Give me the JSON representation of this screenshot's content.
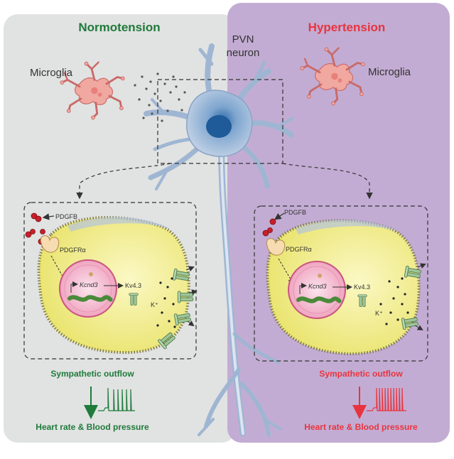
{
  "left_panel": {
    "title": "Normotension",
    "microglia_label": "Microglia",
    "pdgfb_label": "PDGFB",
    "receptor_label": "PDGFRα",
    "gene_label": "Kcnd3",
    "channel_label": "Kv4.3",
    "ion_label": "K⁺",
    "outflow_label": "Sympathetic outflow",
    "outcome_label": "Heart rate & Blood pressure"
  },
  "right_panel": {
    "title": "Hypertension",
    "microglia_label": "Microglia",
    "pdgfb_label": "PDGFB",
    "receptor_label": "PDGFRα",
    "gene_label": "Kcnd3",
    "channel_label": "Kv4.3",
    "ion_label": "K⁺",
    "outflow_label": "Sympathetic outflow",
    "outcome_label": "Heart rate & Blood pressure"
  },
  "center": {
    "neuron_label_line1": "PVN",
    "neuron_label_line2": "neuron"
  },
  "colors": {
    "normo_bg": "#e1e2e2",
    "hyper_bg": "#c3acd3",
    "normo_text": "#1e7b3a",
    "hyper_text": "#e8343f",
    "cell_fill": "#f4f08f",
    "nucleus_fill": "#f7c8d8",
    "microglia_fill": "#f0a8a0"
  }
}
